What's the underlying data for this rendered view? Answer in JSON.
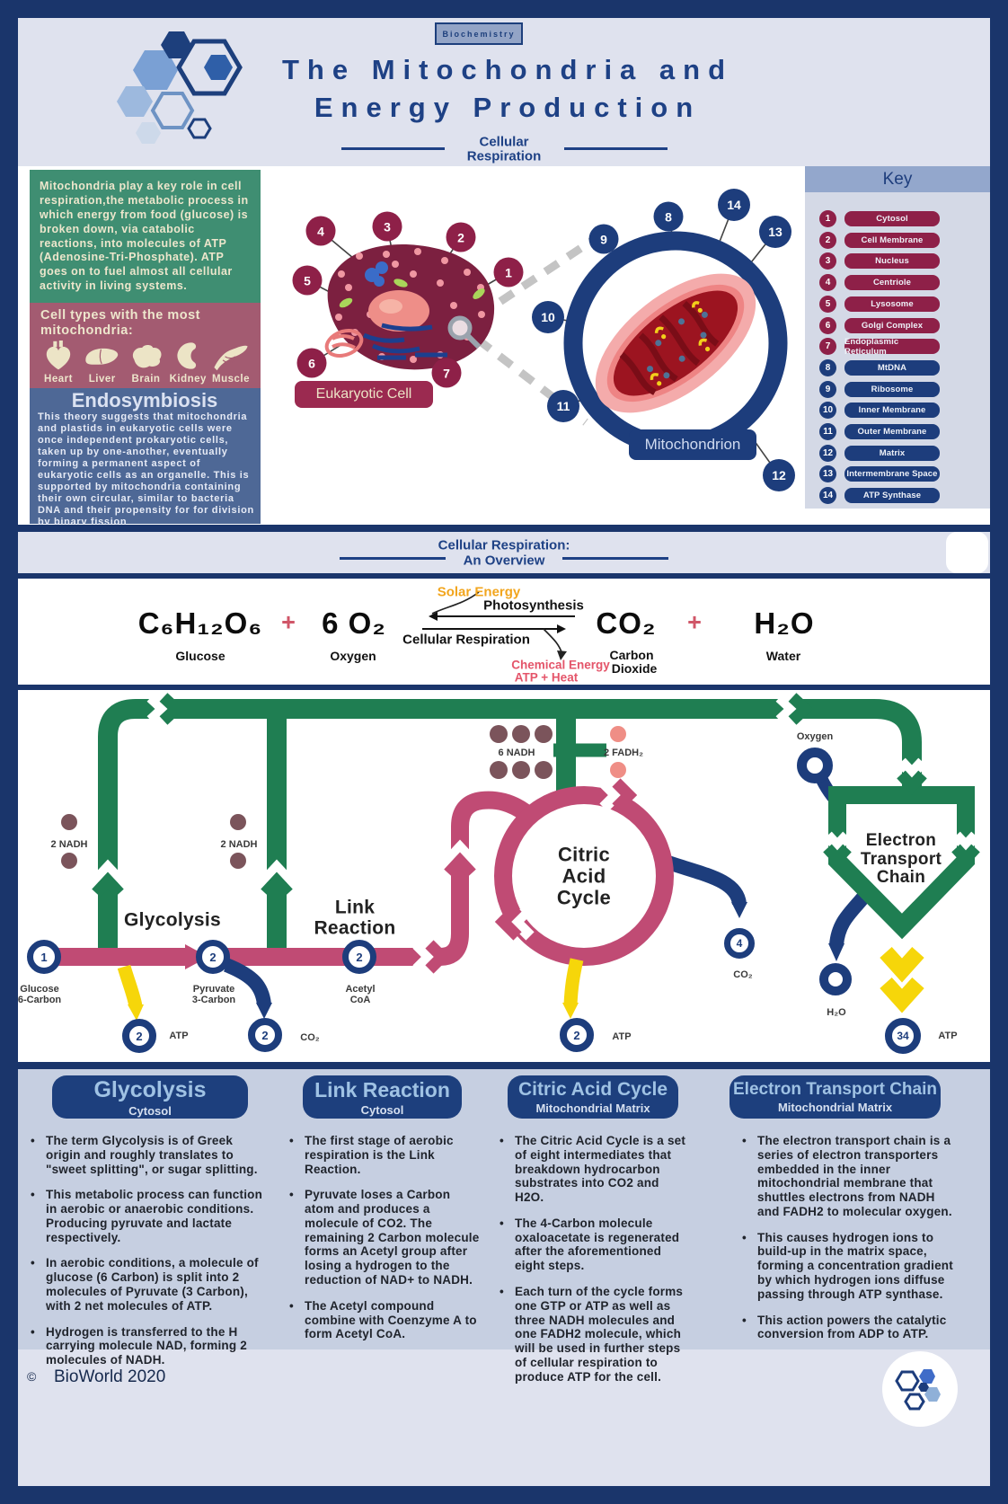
{
  "header": {
    "badge": "Biochemistry",
    "title_line1": "The Mitochondria and",
    "title_line2": "Energy Production",
    "subtitle_line1": "Cellular",
    "subtitle_line2": "Respiration"
  },
  "intro": {
    "text": "Mitochondria play a key role in cell respiration,the metabolic process in which energy from food (glucose) is broken down, via catabolic reactions, into molecules of ATP (Adenosine-Tri-Phosphate). ATP goes on to fuel almost all cellular activity in living systems."
  },
  "cell_types": {
    "heading": "Cell types with the most mitochondria:",
    "items": [
      {
        "label": "Heart"
      },
      {
        "label": "Liver"
      },
      {
        "label": "Brain"
      },
      {
        "label": "Kidney"
      },
      {
        "label": "Muscle"
      }
    ]
  },
  "endosymbiosis": {
    "heading": "Endosymbiosis",
    "text": "This theory suggests that mitochondria and plastids in eukaryotic cells were once independent prokaryotic cells, taken up by one-another, eventually forming a permanent aspect of eukaryotic cells as an organelle. This is supported by mitochondria containing their own circular, similar to bacteria DNA and their propensity for for division by binary fission"
  },
  "diagram": {
    "cell_label": "Eukaryotic Cell",
    "mito_label": "Mitochondrion",
    "cell_numbers": [
      "1",
      "2",
      "3",
      "4",
      "5",
      "6",
      "7"
    ],
    "mito_numbers": [
      "8",
      "9",
      "10",
      "11",
      "12",
      "13",
      "14"
    ]
  },
  "key": {
    "title": "Key",
    "items": [
      {
        "num": "1",
        "label": "Cytosol"
      },
      {
        "num": "2",
        "label": "Cell Membrane"
      },
      {
        "num": "3",
        "label": "Nucleus"
      },
      {
        "num": "4",
        "label": "Centriole"
      },
      {
        "num": "5",
        "label": "Lysosome"
      },
      {
        "num": "6",
        "label": "Golgi Complex"
      },
      {
        "num": "7",
        "label": "Endoplasmic Reticulum"
      },
      {
        "num": "8",
        "label": "MtDNA"
      },
      {
        "num": "9",
        "label": "Ribosome"
      },
      {
        "num": "10",
        "label": "Inner Membrane"
      },
      {
        "num": "11",
        "label": "Outer Membrane"
      },
      {
        "num": "12",
        "label": "Matrix"
      },
      {
        "num": "13",
        "label": "Intermembrane Space"
      },
      {
        "num": "14",
        "label": "ATP Synthase"
      }
    ]
  },
  "overview": {
    "line1": "Cellular Respiration:",
    "line2": "An Overview"
  },
  "equation": {
    "solar": "Solar Energy",
    "photo": "Photosynthesis",
    "resp": "Cellular Respiration",
    "chem1": "Chemical Energy",
    "chem2": "ATP + Heat",
    "glucose_f": "C₆H₁₂O₆",
    "glucose": "Glucose",
    "plus1": "+",
    "oxygen_f": "6 O₂",
    "oxygen": "Oxygen",
    "co2_f": "CO₂",
    "co2_label1": "Carbon",
    "co2_label2": "Dioxide",
    "plus2": "+",
    "water_f": "H₂O",
    "water": "Water"
  },
  "flow": {
    "nadh2_a": "2 NADH",
    "nadh2_b": "2 NADH",
    "nadh6": "6 NADH",
    "fadh2": "2 FADH₂",
    "oxygen": "Oxygen",
    "glycolysis": "Glycolysis",
    "link": "Link\nReaction",
    "citric": "Citric\nAcid\nCycle",
    "etc": "Electron\nTransport\nChain",
    "n1": "1",
    "n2": "2",
    "n3": "2",
    "glucose": "Glucose\n6-Carbon",
    "pyruvate": "Pyruvate\n3-Carbon",
    "acetyl": "Acetyl\nCoA",
    "out1_n": "2",
    "out1_l": "ATP",
    "out2_n": "2",
    "out2_l": "CO₂",
    "out3_n": "2",
    "out3_l": "ATP",
    "out4_n": "4",
    "out4_l": "CO₂",
    "out5_n": "34",
    "out5_l": "ATP",
    "h2o": "H₂O"
  },
  "columns": [
    {
      "title": "Glycolysis",
      "location": "Cytosol",
      "bullets": [
        "The term Glycolysis is of Greek origin and roughly translates to \"sweet splitting\", or sugar splitting.",
        "This metabolic process can function in aerobic or anaerobic conditions. Producing pyruvate and lactate respectively.",
        "In aerobic conditions, a molecule of glucose (6 Carbon) is split into 2 molecules of Pyruvate (3 Carbon), with 2 net molecules of ATP.",
        "Hydrogen is transferred to the H carrying molecule NAD, forming 2 molecules of NADH."
      ]
    },
    {
      "title": "Link Reaction",
      "location": "Cytosol",
      "bullets": [
        "The first stage of aerobic respiration is the Link Reaction.",
        "Pyruvate loses a Carbon atom and produces a molecule of CO2. The remaining 2 Carbon molecule forms an Acetyl group after losing a hydrogen to the reduction of NAD+ to NADH.",
        "The Acetyl compound combine with Coenzyme A to form Acetyl CoA."
      ]
    },
    {
      "title": "Citric Acid Cycle",
      "location": "Mitochondrial Matrix",
      "bullets": [
        "The Citric Acid Cycle is a set of eight intermediates that breakdown hydrocarbon substrates into CO2 and H2O.",
        "The 4-Carbon molecule oxaloacetate is regenerated after the aforementioned eight steps.",
        "Each turn of the cycle forms one GTP or ATP as well as three NADH molecules and one FADH2 molecule, which will be used in further steps of cellular respiration to produce ATP for the cell."
      ]
    },
    {
      "title": "Electron Transport Chain",
      "location": "Mitochondrial Matrix",
      "bullets": [
        "The electron transport chain is a series of electron transporters embedded in the inner mitochondrial membrane that shuttles electrons from NADH and FADH2 to molecular oxygen.",
        "This causes hydrogen ions to build-up in the matrix space, forming a concentration gradient by which hydrogen ions diffuse passing through ATP synthase.",
        "This action powers the catalytic conversion from ADP to ATP."
      ]
    }
  ],
  "footer": {
    "symbol": "©",
    "brand": "BioWorld 2020"
  },
  "colors": {
    "page_border": "#1a356b",
    "accent_navy": "#1d3d7c",
    "maroon": "#8e2048",
    "green": "#1f7e52",
    "pink": "#c04b74",
    "yellow": "#f6d60a",
    "green_box": "#3f8e72",
    "red_box": "#a35b71",
    "blue_box": "#4e6896",
    "panel": "#c6cfe1"
  }
}
